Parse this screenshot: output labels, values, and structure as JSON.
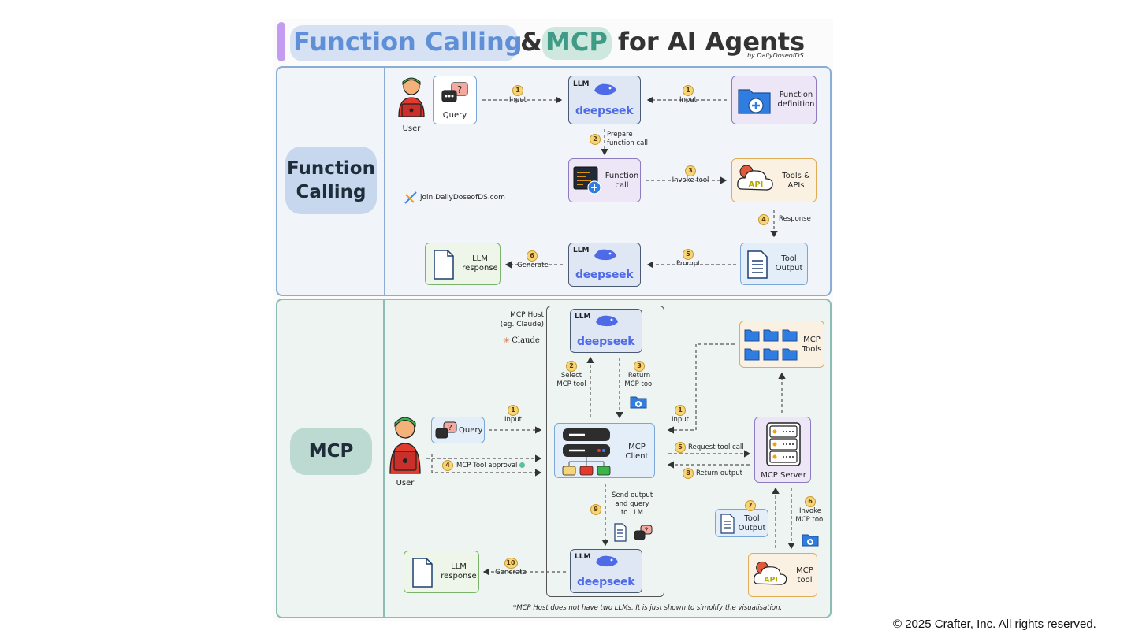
{
  "header": {
    "title_part1": "Function Calling",
    "title_amp": "&",
    "title_part2": "MCP",
    "title_part3": "for AI Agents",
    "byline": "by DailyDoseofDS"
  },
  "function_calling": {
    "section_label_1": "Function",
    "section_label_2": "Calling",
    "user": "User",
    "query": "Query",
    "llm_tag": "LLM",
    "llm_brand": "deepseek",
    "function_definition": "Function definition",
    "function_call": "Function call",
    "tools_apis": "Tools & APIs",
    "tool_output": "Tool Output",
    "llm_response": "LLM response",
    "watermark": "join.DailyDoseofDS.com",
    "steps": {
      "s1a_num": "1",
      "s1a_label": "Input",
      "s1b_num": "1",
      "s1b_label": "Input",
      "s2_num": "2",
      "s2_label_1": "Prepare",
      "s2_label_2": "function call",
      "s3_num": "3",
      "s3_label": "Invoke tool",
      "s4_num": "4",
      "s4_label": "Response",
      "s5_num": "5",
      "s5_label": "Prompt",
      "s6_num": "6",
      "s6_label": "Generate"
    }
  },
  "mcp": {
    "section_label": "MCP",
    "host_label_1": "MCP Host",
    "host_label_2": "(eg. Claude)",
    "claude_brand": "Claude",
    "llm_tag": "LLM",
    "llm_brand": "deepseek",
    "mcp_tools": "MCP Tools",
    "user": "User",
    "query": "Query",
    "mcp_client": "MCP Client",
    "mcp_server": "MCP Server",
    "tool_output": "Tool Output",
    "mcp_tool": "MCP tool",
    "llm_response": "LLM response",
    "footnote": "*MCP Host does not have two LLMs. It is just shown to simplify the visualisation.",
    "steps": {
      "s1a_num": "1",
      "s1a_label": "Input",
      "s1b_num": "1",
      "s1b_label": "Input",
      "s2_num": "2",
      "s2_label_1": "Select",
      "s2_label_2": "MCP tool",
      "s3_num": "3",
      "s3_label_1": "Return",
      "s3_label_2": "MCP tool",
      "s4_num": "4",
      "s4_label": "MCP Tool approval",
      "s5_num": "5",
      "s5_label": "Request tool call",
      "s6_num": "6",
      "s6_label_1": "Invoke",
      "s6_label_2": "MCP tool",
      "s7_num": "7",
      "s8_num": "8",
      "s8_label": "Return output",
      "s9_num": "9",
      "s9_label_1": "Send output",
      "s9_label_2": "and query",
      "s9_label_3": "to LLM",
      "s10_num": "10",
      "s10_label": "Generate"
    }
  },
  "copyright": "© 2025 Crafter, Inc. All rights reserved.",
  "colors": {
    "fc_panel_border": "#8aaed3",
    "mcp_panel_border": "#8cbcb3",
    "fc_pill": "#c7d8ee",
    "mcp_pill": "#bcd9d2",
    "step_badge": "#f6d47a",
    "deepseek_blue": "#4f6ae6",
    "title_blue": "#5f8fd6",
    "title_teal": "#3f9a86",
    "accent_purple": "#c39bf0"
  }
}
